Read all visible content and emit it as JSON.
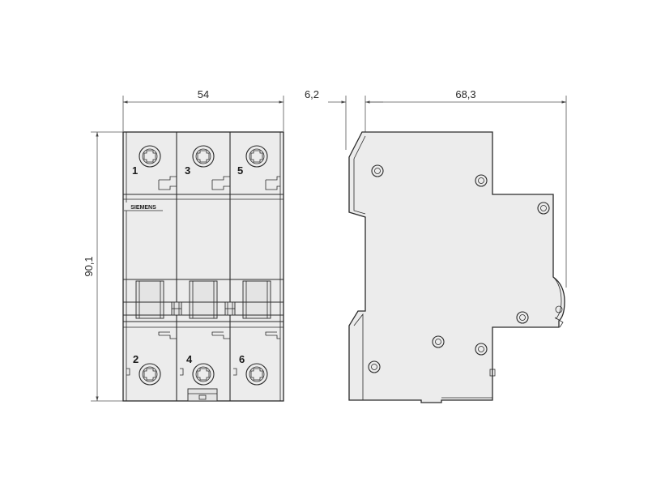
{
  "dimensions": {
    "front_width": "54",
    "front_height": "90,1",
    "side_offset": "6,2",
    "side_depth": "68,3"
  },
  "front_view": {
    "terminals_top": [
      "1",
      "3",
      "5"
    ],
    "terminals_bottom": [
      "2",
      "4",
      "6"
    ],
    "brand": "SIEMENS"
  }
}
